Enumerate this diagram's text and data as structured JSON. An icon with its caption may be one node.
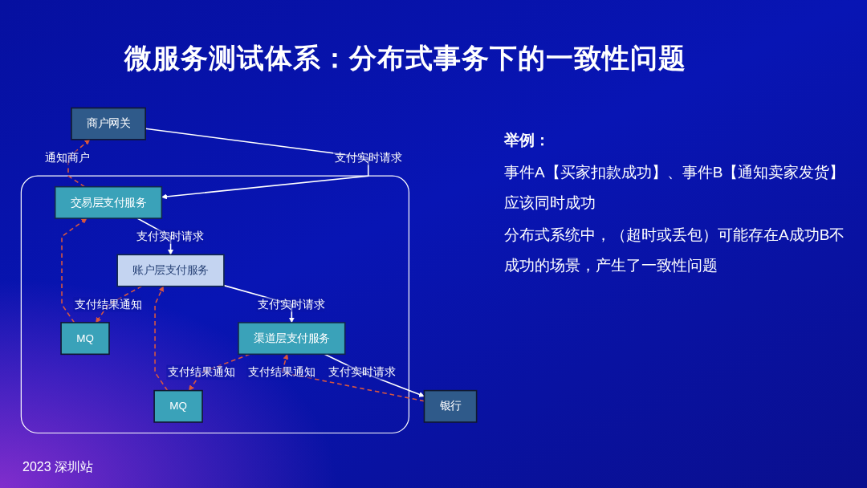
{
  "diagram": {
    "title": "微服务测试体系：分布式事务下的一致性问题",
    "nodes": [
      {
        "text": [
          "商户网关"
        ]
      },
      {
        "text": [],
        "shape": "box"
      },
      {
        "text": [
          "交易层支付服务"
        ],
        "in": 1
      },
      {
        "text": [
          "MQ"
        ],
        "in": 1
      },
      {
        "text": [
          "账户层支付服务"
        ],
        "in": 1
      },
      {
        "text": [
          "MQ"
        ],
        "in": 1
      },
      {
        "text": [
          "渠道层支付服务"
        ],
        "in": 1
      },
      {
        "text": [
          "银行"
        ]
      }
    ],
    "edges": [
      {
        "from": 0,
        "to": 2,
        "arrow": "to",
        "label": "支付实时请求",
        "color": "#ffffff"
      },
      {
        "from": 2,
        "to": 0,
        "arrow": "to",
        "label": "通知商户",
        "style": "dashed"
      },
      {
        "from": 3,
        "to": 2,
        "arrow": "to",
        "style": "dashed"
      },
      {
        "from": 2,
        "to": 4,
        "arrow": "to",
        "label": "支付实时请求",
        "color": "#ffffff"
      },
      {
        "from": 4,
        "to": 3,
        "arrow": "to",
        "label": "支付结果通知",
        "style": "dashed"
      },
      {
        "from": 5,
        "to": 4,
        "arrow": "to",
        "style": "dashed"
      },
      {
        "from": 4,
        "to": 6,
        "arrow": "to",
        "label": "支付实时请求",
        "color": "#ffffff"
      },
      {
        "from": 6,
        "to": 5,
        "arrow": "to",
        "label": "支付结果通知",
        "style": "dashed"
      },
      {
        "from": 6,
        "to": 7,
        "arrow": "to",
        "label": "支付实时请求",
        "color": "#ffffff"
      },
      {
        "from": 7,
        "to": 6,
        "arrow": "to",
        "label": "支付结果通知",
        "style": "dashed"
      }
    ],
    "labels": [
      "举例：",
      "事件A【买家扣款成功】、事件B【通知卖家发货】应该同时成功",
      "分布式系统中，（超时或丢包）可能存在A成功B不成功的场景，产生了一致性问题",
      "2023 深圳站"
    ]
  }
}
